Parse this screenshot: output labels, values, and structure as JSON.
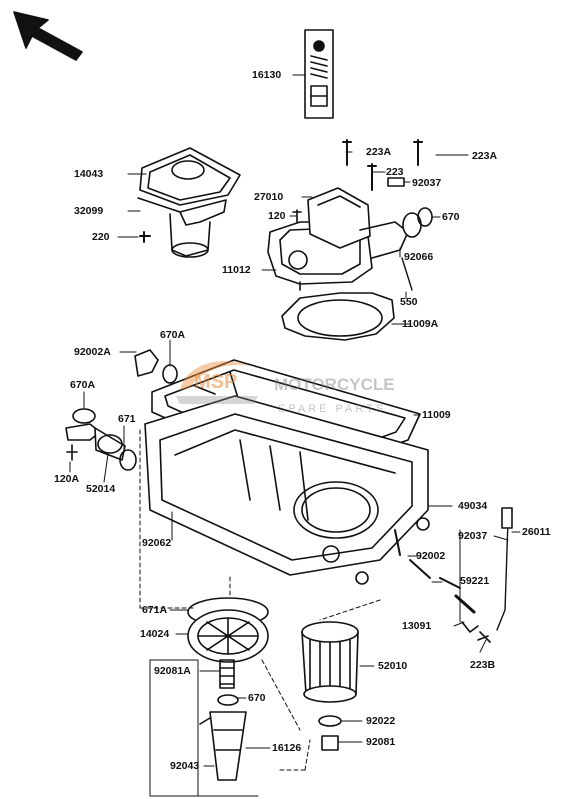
{
  "diagram": {
    "watermark": {
      "line1": "MOTORCYCLE",
      "line2": "SPARE PARTS",
      "logo": "MSP",
      "accent_color": "#e8893a",
      "gray_color": "#8a8a8a"
    },
    "parts": {
      "p16130": "16130",
      "p223A_1": "223A",
      "p223A_2": "223A",
      "p223": "223",
      "p92037_top": "92037",
      "p14043": "14043",
      "p32099": "32099",
      "p220": "220",
      "p27010": "27010",
      "p120": "120",
      "p670_top": "670",
      "p92066": "92066",
      "p11012": "11012",
      "p550": "550",
      "p11009A": "11009A",
      "p670A_1": "670A",
      "p92002A": "92002A",
      "p670A_2": "670A",
      "p671": "671",
      "p11009": "11009",
      "p120A": "120A",
      "p52014": "52014",
      "p49034": "49034",
      "p92062": "92062",
      "p26011": "26011",
      "p92037_right": "92037",
      "p92002": "92002",
      "p59221": "59221",
      "p13091": "13091",
      "p671A": "671A",
      "p14024": "14024",
      "p223B": "223B",
      "p92081A": "92081A",
      "p52010": "52010",
      "p670_bottom": "670",
      "p92022": "92022",
      "p92081": "92081",
      "p16126": "16126",
      "p92043": "92043"
    }
  }
}
